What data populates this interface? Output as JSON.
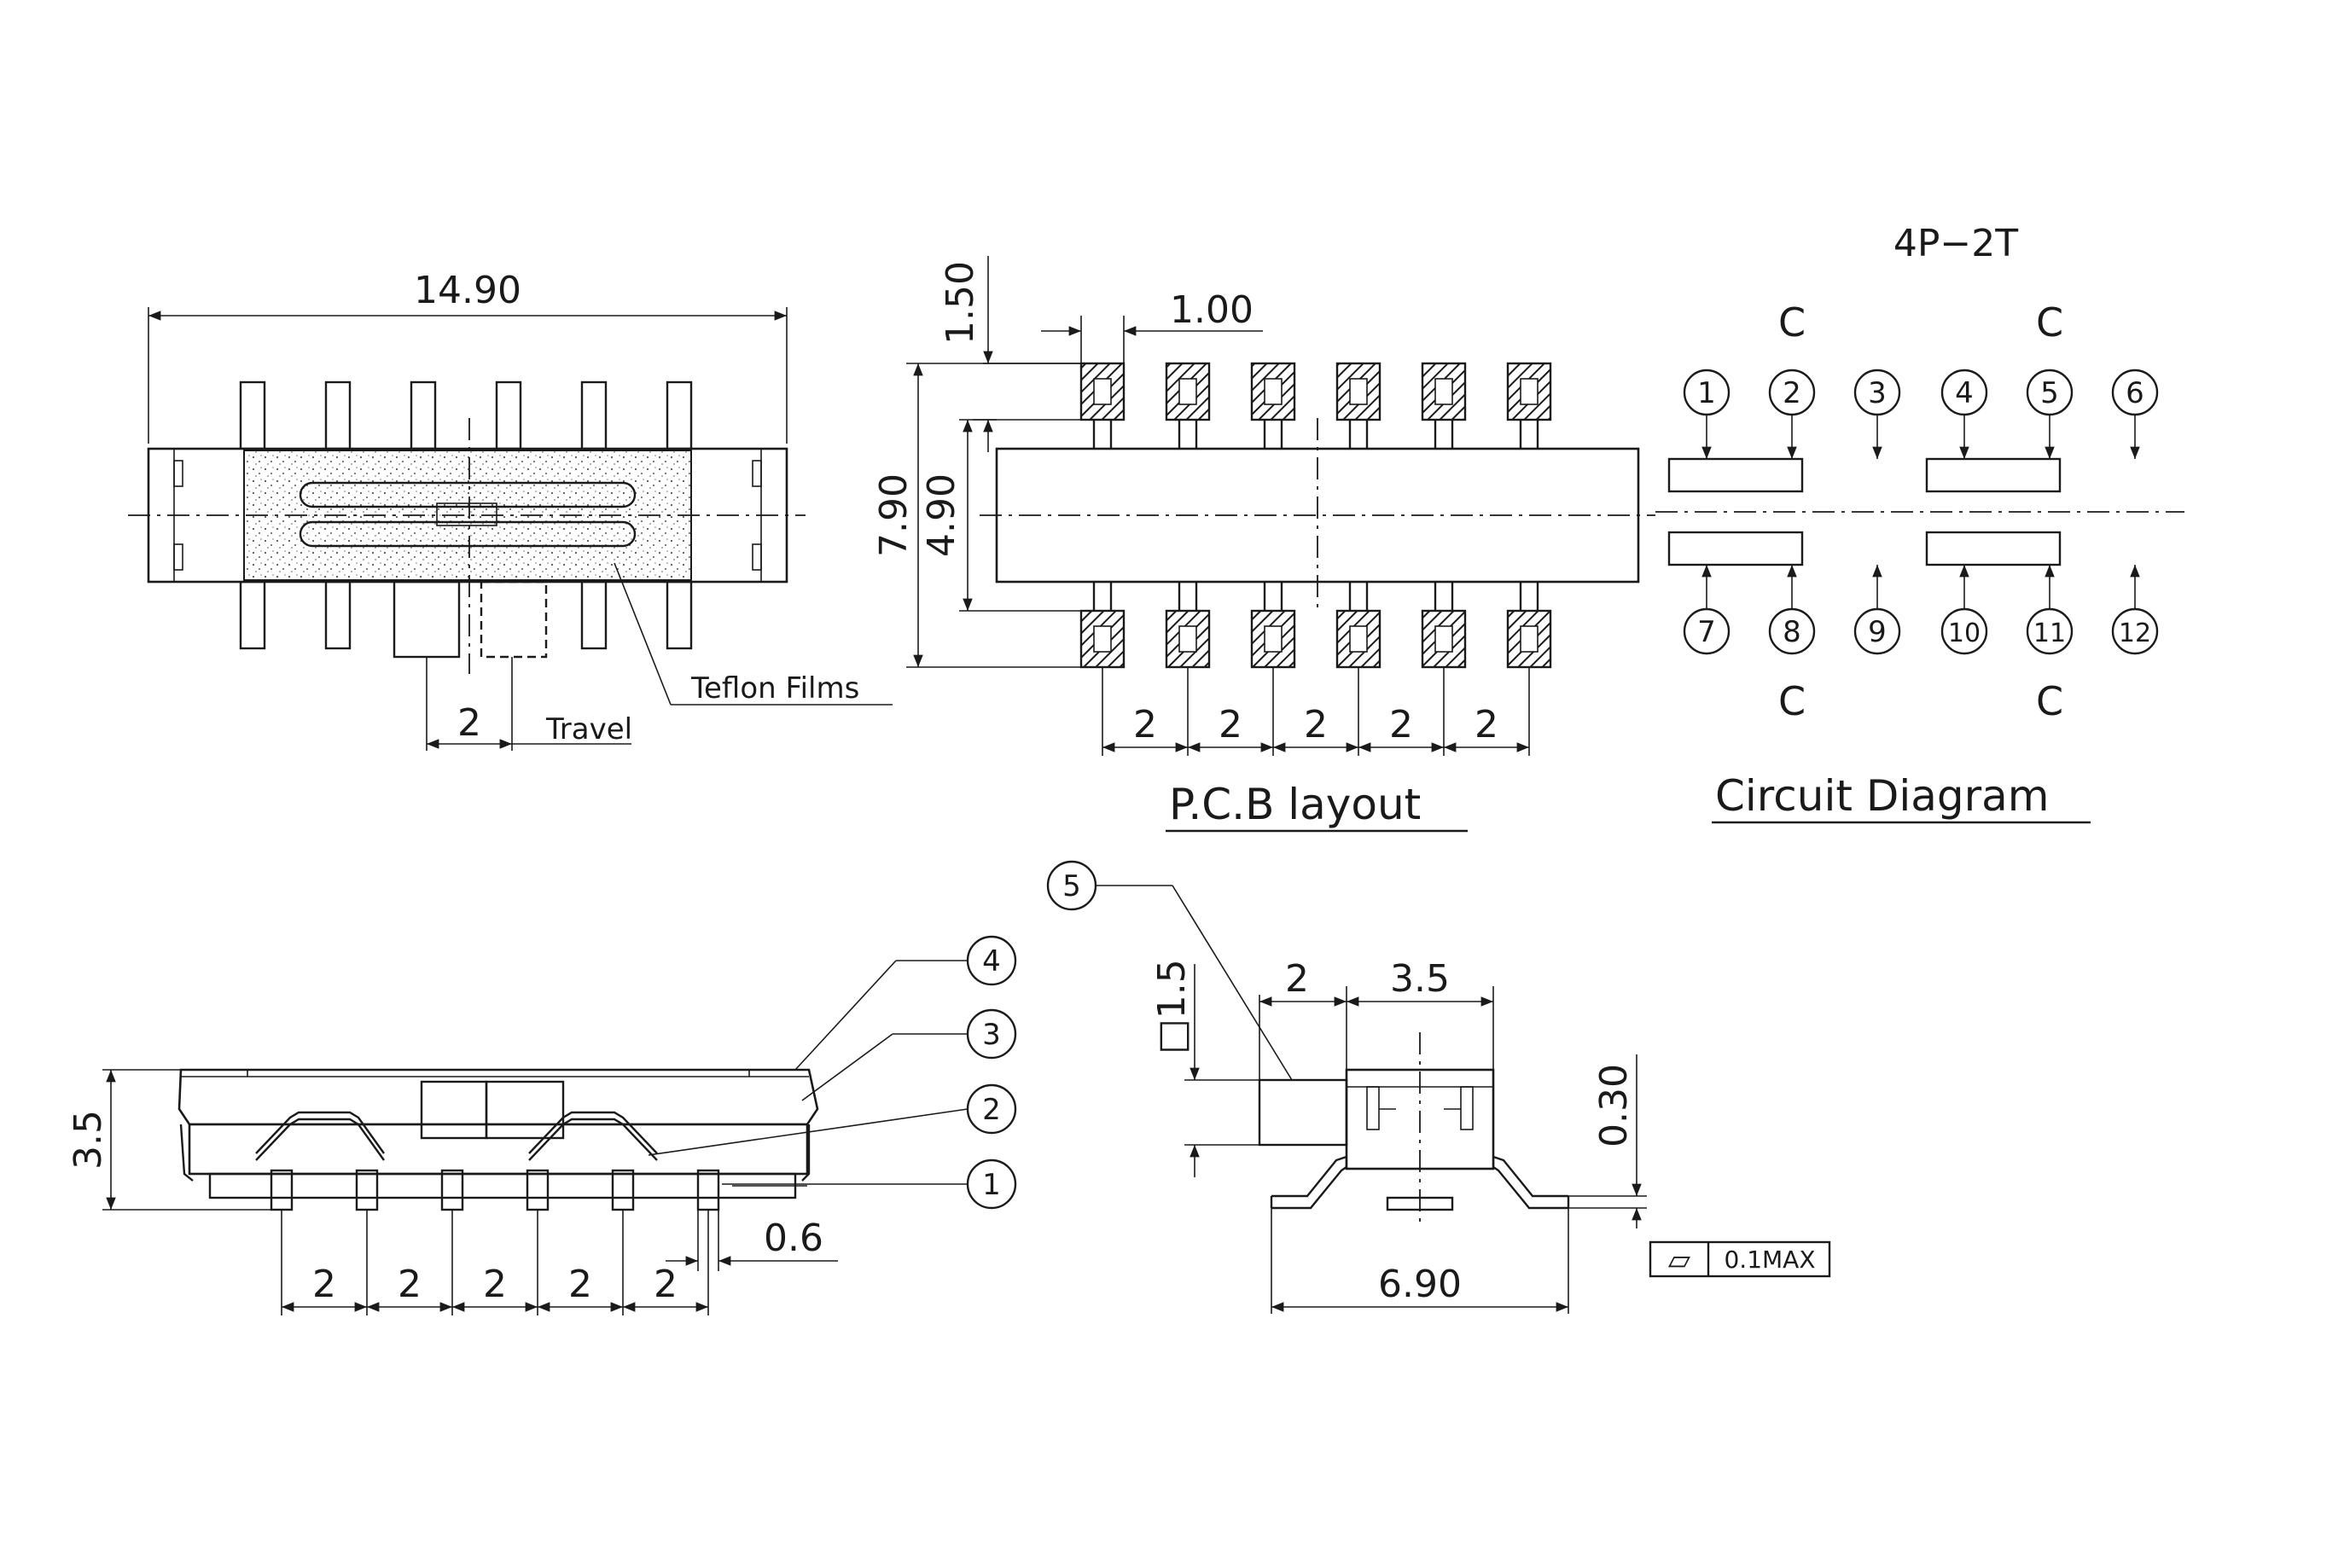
{
  "top_view": {
    "width_dim": "14.90",
    "travel_dim": "2",
    "travel_label": "Travel",
    "film_label": "Teflon Films"
  },
  "pcb_layout": {
    "title": "P.C.B layout",
    "pitch_top": "1.00",
    "pad_len": "1.50",
    "overall_height": "7.90",
    "inner_height": "4.90",
    "pitches": [
      "2",
      "2",
      "2",
      "2",
      "2"
    ]
  },
  "circuit": {
    "title": "Circuit Diagram",
    "config": "4P−2T",
    "common_label": "C",
    "top_pins": [
      "1",
      "2",
      "3",
      "4",
      "5",
      "6"
    ],
    "bottom_pins": [
      "7",
      "8",
      "9",
      "10",
      "11",
      "12"
    ]
  },
  "side_view": {
    "height_dim": "3.5",
    "pitches": [
      "2",
      "2",
      "2",
      "2",
      "2"
    ],
    "lead_width": "0.6",
    "callouts": [
      "1",
      "2",
      "3",
      "4"
    ]
  },
  "end_view": {
    "callout": "5",
    "actuator_width": "2",
    "body_width": "3.5",
    "actuator_height": "□1.5",
    "lead_thickness": "0.30",
    "overall_width": "6.90",
    "flatness_symbol": "▱",
    "flatness_value": "0.1MAX"
  }
}
